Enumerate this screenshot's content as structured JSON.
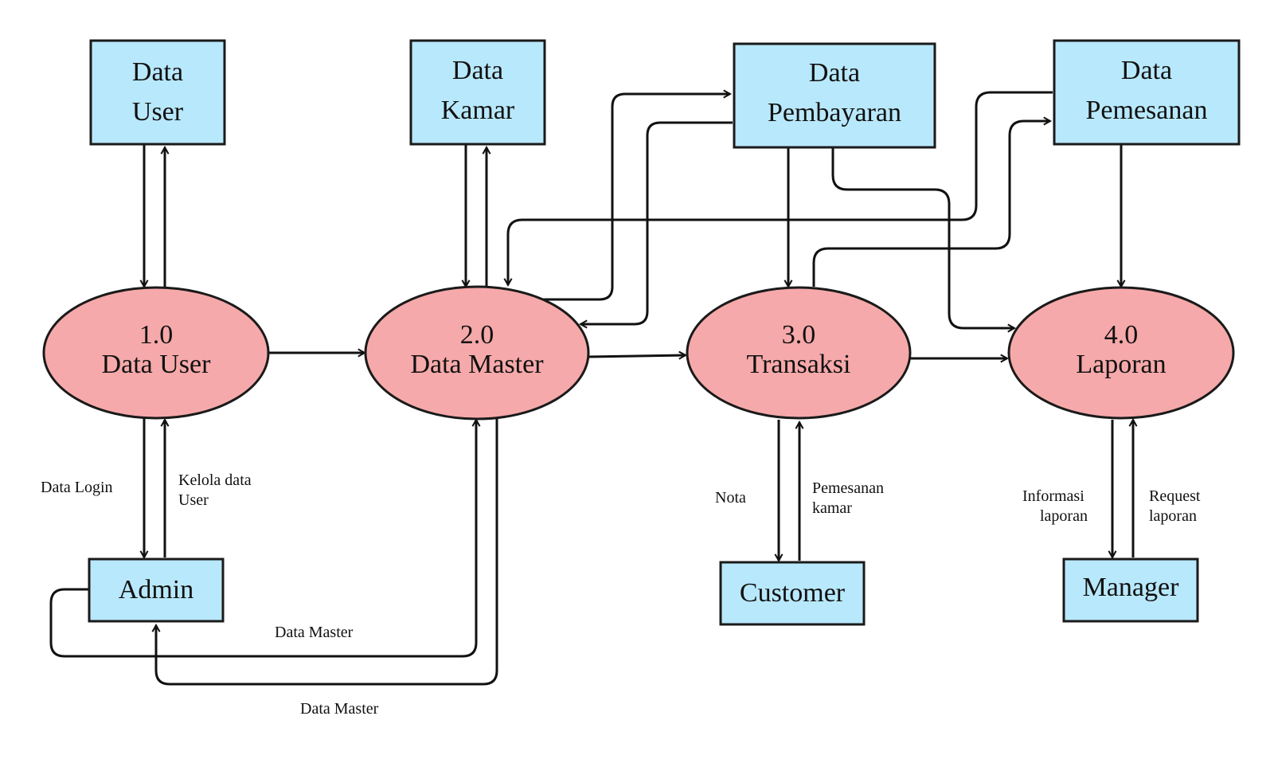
{
  "stores": {
    "data_user": [
      "Data",
      "User"
    ],
    "data_kamar": [
      "Data",
      "Kamar"
    ],
    "data_pembayaran": [
      "Data",
      "Pembayaran"
    ],
    "data_pemesanan": [
      "Data",
      "Pemesanan"
    ]
  },
  "processes": {
    "p1": {
      "number": "1.0",
      "name": "Data User"
    },
    "p2": {
      "number": "2.0",
      "name": "Data Master"
    },
    "p3": {
      "number": "3.0",
      "name": "Transaksi"
    },
    "p4": {
      "number": "4.0",
      "name": "Laporan"
    }
  },
  "entities": {
    "admin": "Admin",
    "customer": "Customer",
    "manager": "Manager"
  },
  "flow_labels": {
    "data_login": "Data Login",
    "kelola_data_user": [
      "Kelola data",
      "User"
    ],
    "data_master_1": "Data Master",
    "data_master_2": "Data Master",
    "nota": "Nota",
    "pemesanan_kamar": [
      "Pemesanan",
      "kamar"
    ],
    "informasi_laporan": [
      "Informasi",
      "laporan"
    ],
    "request_laporan": [
      "Request",
      "laporan"
    ]
  }
}
